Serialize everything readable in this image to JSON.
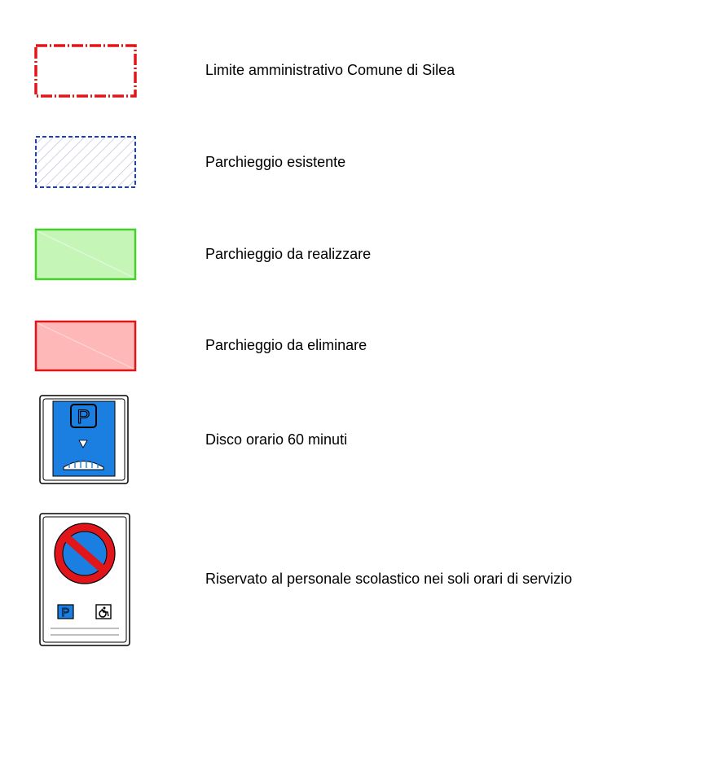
{
  "legend": {
    "items": [
      {
        "label": "Limite amministrativo Comune di Silea",
        "symbol": "dashed-red-boundary",
        "color": "#e0161b"
      },
      {
        "label": "Parchieggio esistente",
        "symbol": "hatched-blue-dashed-area",
        "color": "#1d3dc4"
      },
      {
        "label": "Parchieggio da realizzare",
        "symbol": "green-filled-area",
        "color": "#46d128",
        "fill": "#c6f5b8"
      },
      {
        "label": "Parchieggio da eliminare",
        "symbol": "red-filled-area",
        "color": "#e0161b",
        "fill": "#ffb8b8"
      },
      {
        "label": "Disco orario 60 minuti",
        "symbol": "parking-disc-sign",
        "color": "#1a7fe0",
        "sign_text": "P"
      },
      {
        "label": "Riservato al personale scolastico nei soli orari di servizio",
        "symbol": "no-parking-reserved-sign",
        "color": "#e0161b",
        "sign_text": "P"
      }
    ]
  }
}
